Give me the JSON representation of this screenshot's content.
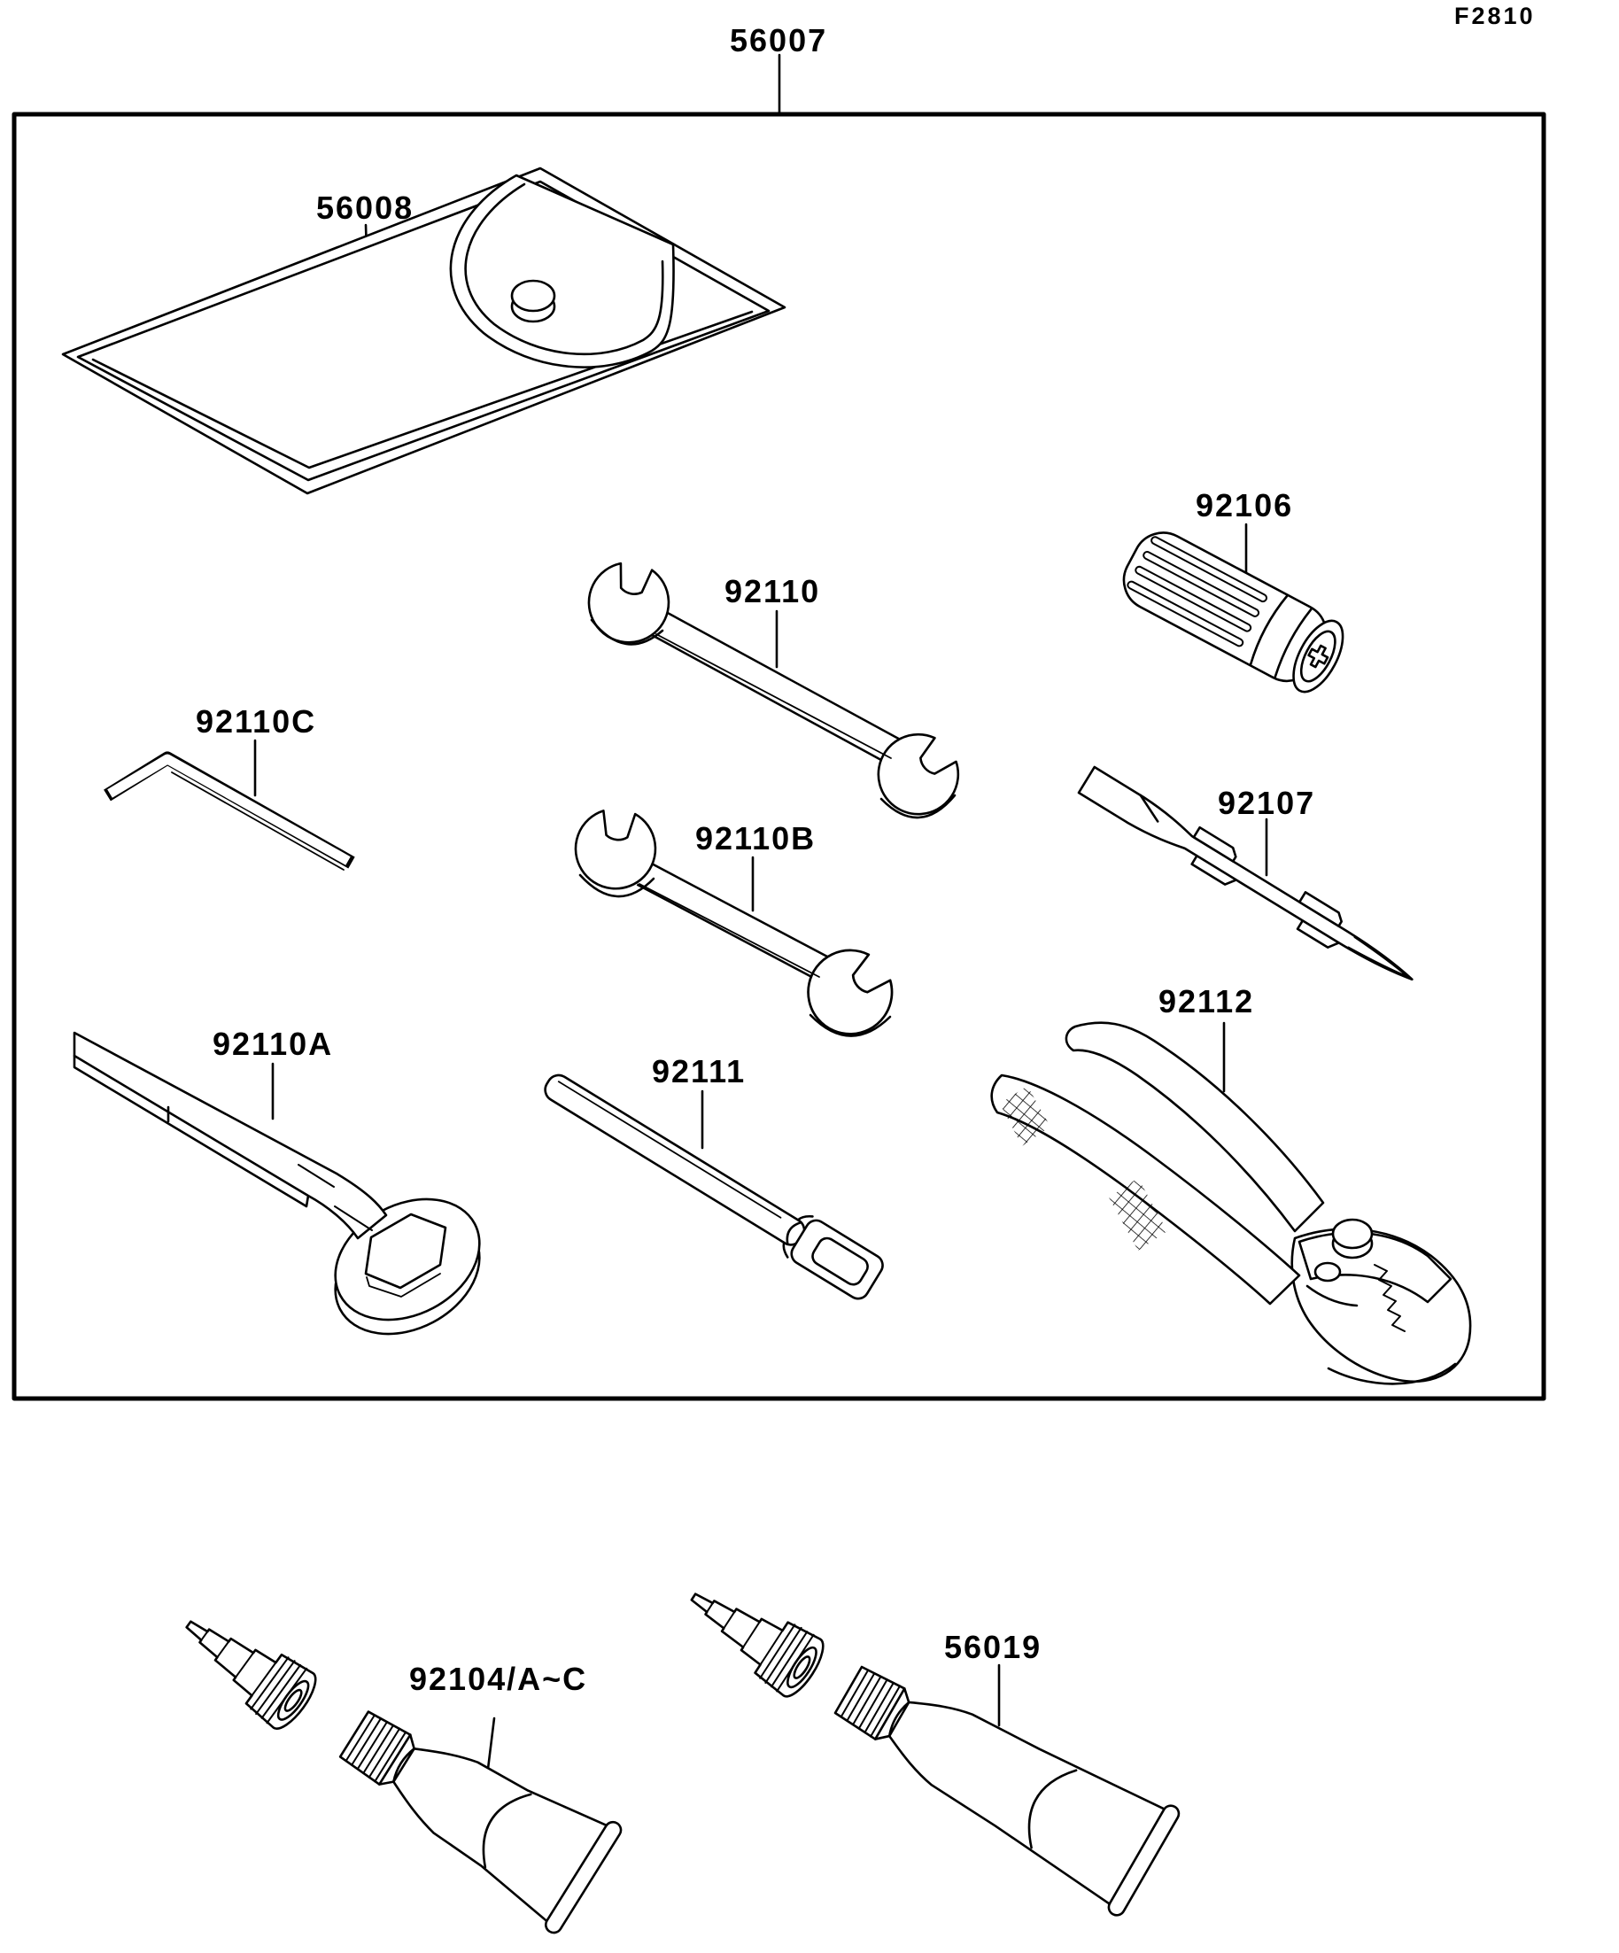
{
  "figure": {
    "code": "F2810"
  },
  "diagram": {
    "kit": {
      "id": "56007",
      "name": "owner-tool-kit"
    },
    "parts": [
      {
        "id": "56008",
        "name": "tool-bag"
      },
      {
        "id": "92110",
        "name": "open-end-wrench-large"
      },
      {
        "id": "92110B",
        "name": "open-end-wrench-small"
      },
      {
        "id": "92110C",
        "name": "hex-wrench"
      },
      {
        "id": "92110A",
        "name": "box-end-wrench"
      },
      {
        "id": "92106",
        "name": "screwdriver-grip"
      },
      {
        "id": "92107",
        "name": "screwdriver-bit"
      },
      {
        "id": "92111",
        "name": "spark-plug-wrench-bar"
      },
      {
        "id": "92112",
        "name": "slip-joint-pliers"
      },
      {
        "id": "92104/A~C",
        "name": "tube-sealant"
      },
      {
        "id": "56019",
        "name": "tube-grease"
      }
    ]
  },
  "colors": {
    "ink": "#000000",
    "paper": "#ffffff"
  }
}
